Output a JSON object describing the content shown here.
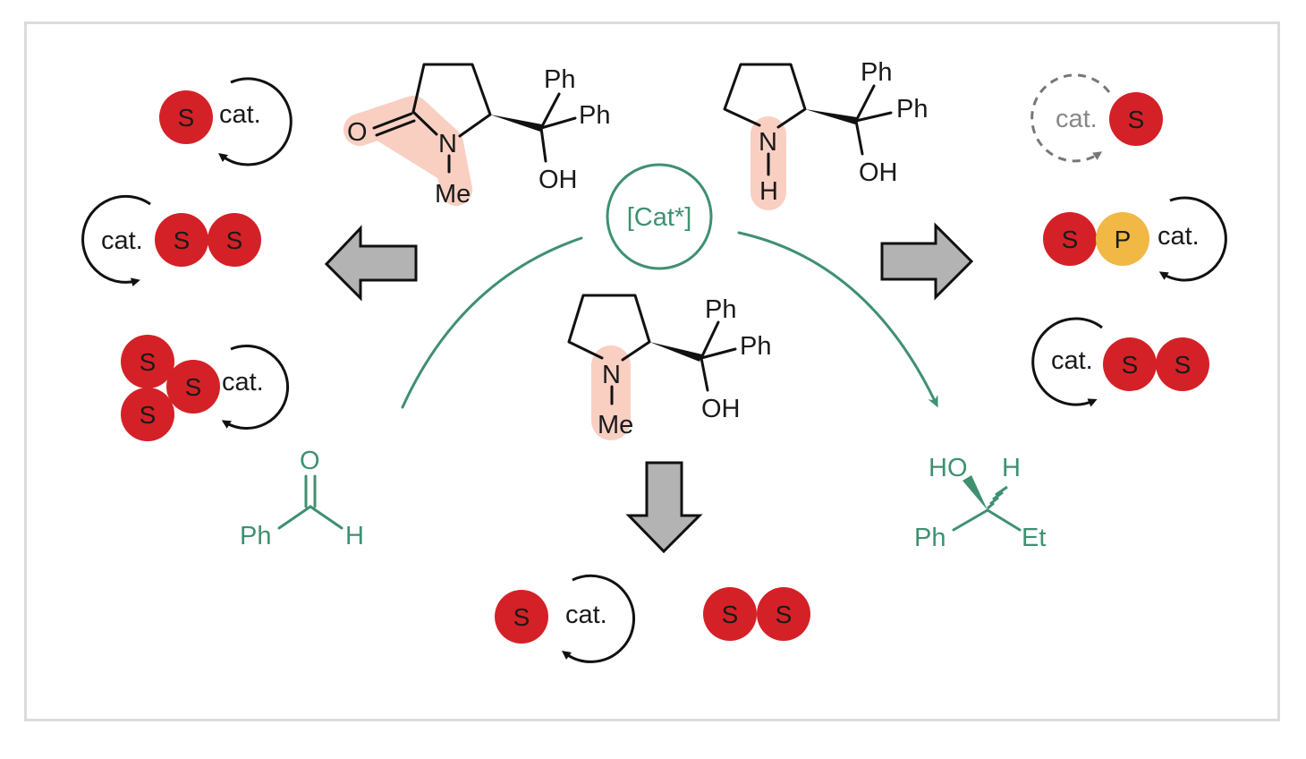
{
  "catalyst_label": "[Cat*]",
  "structures": {
    "lactam": {
      "O": "O",
      "N": "N",
      "Me": "Me",
      "Ph1": "Ph",
      "Ph2": "Ph",
      "OH": "OH"
    },
    "prolinol_nh": {
      "N": "N",
      "H": "H",
      "Ph1": "Ph",
      "Ph2": "Ph",
      "OH": "OH"
    },
    "prolinol_nme": {
      "N": "N",
      "Me": "Me",
      "Ph1": "Ph",
      "Ph2": "Ph",
      "OH": "OH"
    },
    "benzaldehyde": {
      "O": "O",
      "Ph": "Ph",
      "H": "H"
    },
    "product_alcohol": {
      "HO": "HO",
      "H": "H",
      "Ph": "Ph",
      "Et": "Et"
    }
  },
  "species": {
    "cat": "cat.",
    "S": "S",
    "P": "P"
  },
  "colors": {
    "substrate_ball": "#d42127",
    "product_ball": "#f2b845",
    "highlight": "#f9cfc2",
    "green": "#3f9070",
    "arrow_fill": "#b3b3b3"
  }
}
